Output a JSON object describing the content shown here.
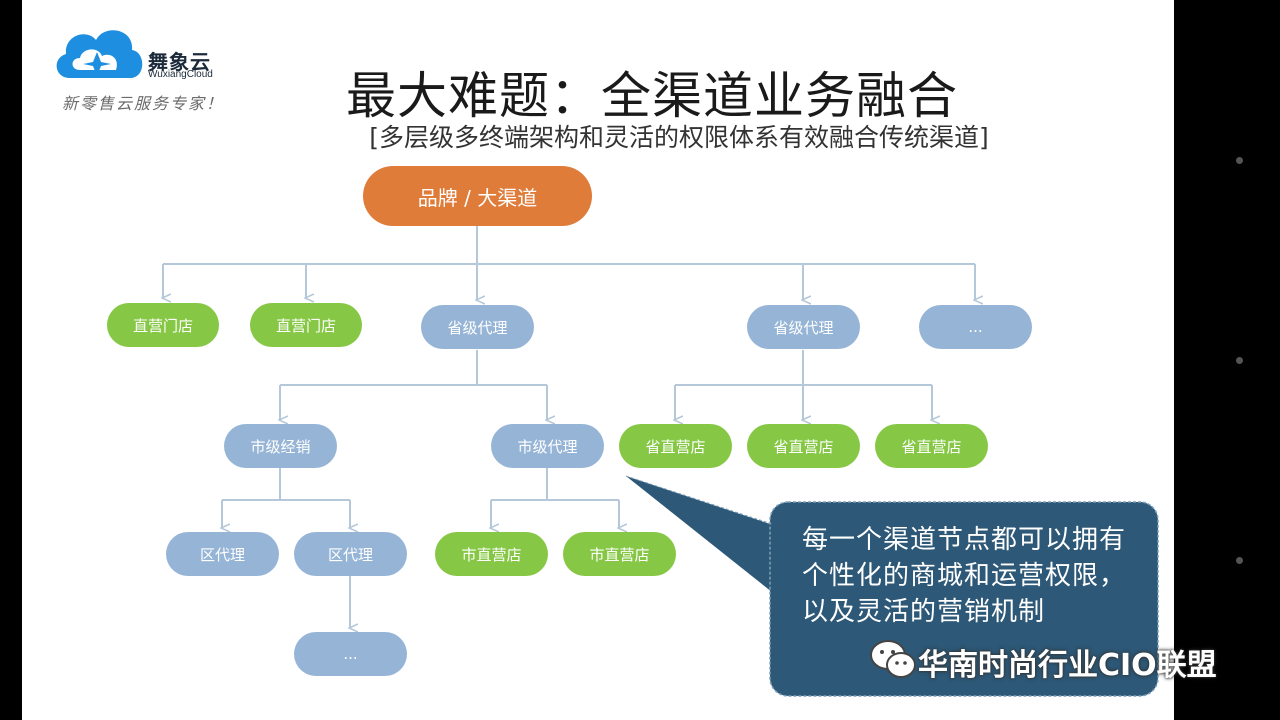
{
  "logo": {
    "brand": "舞象云",
    "brand_en": "WuxiangCloud",
    "tagline": "新零售云服务专家！"
  },
  "title": "最大难题：全渠道业务融合",
  "subtitle": "[多层级多终端架构和灵活的权限体系有效融合传统渠道]",
  "nodes": {
    "root": "品牌 / 大渠道",
    "direct_store_1": "直营门店",
    "direct_store_2": "直营门店",
    "province_agent_1": "省级代理",
    "province_agent_2": "省级代理",
    "more_top": "...",
    "city_dealer": "市级经销",
    "city_agent": "市级代理",
    "prov_store_1": "省直营店",
    "prov_store_2": "省直营店",
    "prov_store_3": "省直营店",
    "district_agent_1": "区代理",
    "district_agent_2": "区代理",
    "city_store_1": "市直营店",
    "city_store_2": "市直营店",
    "more_bottom": "..."
  },
  "callout": "每一个渠道节点都可以拥有个性化的商城和运营权限，以及灵活的营销机制",
  "watermark": "华南时尚行业CIO联盟",
  "colors": {
    "orange": "#e07c3a",
    "blue_node": "#96b5d6",
    "green_node": "#86c845",
    "callout_bg": "#2d5877",
    "connector": "#b4c8da"
  }
}
